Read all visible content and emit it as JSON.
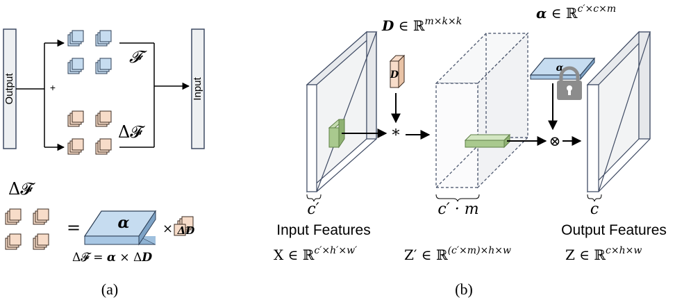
{
  "panel_a": {
    "output_box_label": "Output",
    "input_box_label": "Input",
    "sum_sign": "+",
    "frozen_filters_label": "𝓕",
    "delta_filters_label": "Δ𝓕",
    "delta_legend_label": "Δ𝓕",
    "equals_sign": "=",
    "alpha_label": "α",
    "times_sign": "×",
    "delta_d_label": "ΔD",
    "equation": {
      "lhs": "Δ𝓕 = ",
      "alpha": "α",
      "mid": " × Δ",
      "d": "D"
    },
    "caption": "(a)"
  },
  "panel_b": {
    "d_label": {
      "symbol": "D",
      "rest": " ∈ ℝ",
      "sup": "m×k×k"
    },
    "alpha_label": {
      "symbol": "α",
      "rest": " ∈ ℝ",
      "sup": "c′×c×m"
    },
    "d_block_label": "D",
    "alpha_plate_label": "α",
    "conv_sign": "*",
    "mult_sign": "⊗",
    "input_brace_label": "c′",
    "mid_brace_label": "c′ · m",
    "output_brace_label": "c",
    "input_title": "Input Features",
    "output_title": "Output Features",
    "x_eq": {
      "base": "X ∈ ℝ",
      "sup": "c′×h′×w′"
    },
    "z_prime_eq": {
      "base": "Z′ ∈ ℝ",
      "sup": "(c′×m)×h×w"
    },
    "z_eq": {
      "base": "Z ∈ ℝ",
      "sup": "c×h×w"
    },
    "caption": "(b)"
  },
  "colors": {
    "blue_face": "#c6dcf0",
    "blue_stroke": "#4a6e95",
    "pink_face": "#f7dcc9",
    "pink_stroke": "#7a4a2a",
    "green_face": "#a9c98e",
    "green_stroke": "#5d7f45",
    "slab_face": "#f2f3f4",
    "slab_stroke": "#3e4a63",
    "lock": "#8c8c8c"
  }
}
